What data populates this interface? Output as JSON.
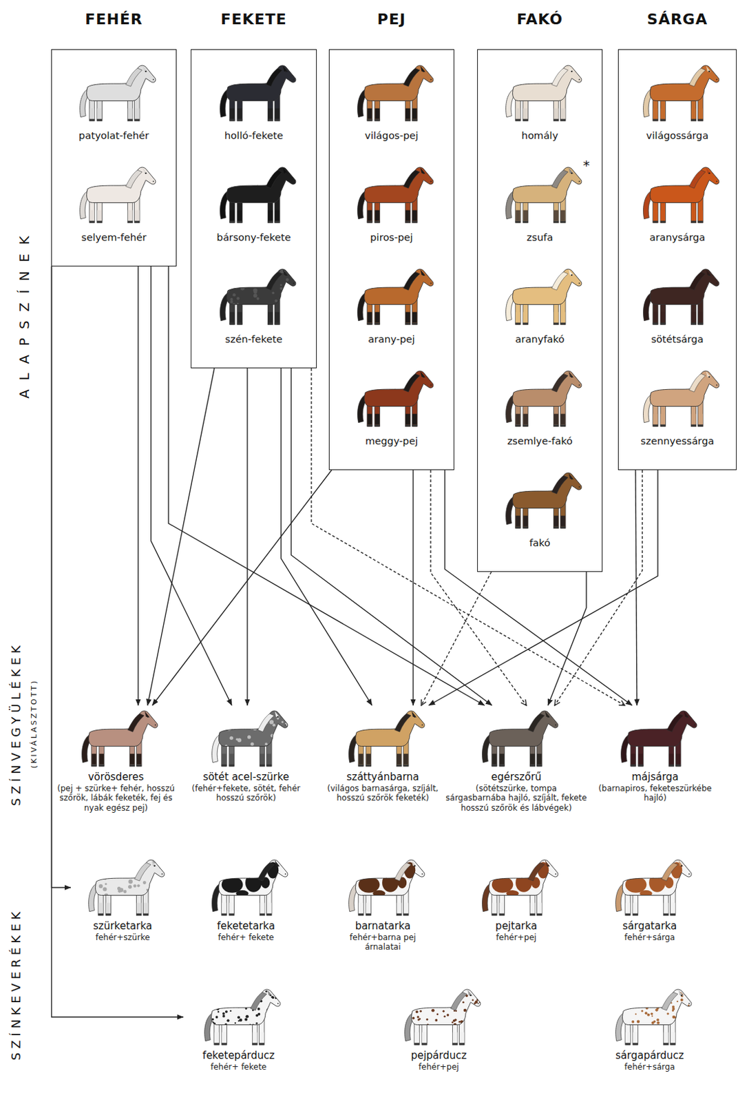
{
  "diagram": {
    "nodes": [
      {
        "text": [
          "FEHÉR"
        ]
      },
      {
        "text": [
          "patyolat-fehér"
        ],
        "in": 0
      },
      {
        "text": [
          "selyem-fehér"
        ],
        "in": 0
      },
      {
        "text": [
          "FEKETE"
        ]
      },
      {
        "text": [
          "holló-fekete"
        ],
        "in": 3
      },
      {
        "text": [
          "bársony-fekete"
        ],
        "in": 3
      },
      {
        "text": [
          "szén-fekete"
        ],
        "in": 3
      },
      {
        "text": [
          "PEJ"
        ]
      },
      {
        "text": [
          "világos-pej"
        ],
        "in": 7
      },
      {
        "text": [
          "piros-pej"
        ],
        "in": 7
      },
      {
        "text": [
          "arany-pej"
        ],
        "in": 7
      },
      {
        "text": [
          "meggy-pej"
        ],
        "in": 7
      },
      {
        "text": [
          "FAKÓ"
        ]
      },
      {
        "text": [
          "homály"
        ],
        "in": 12
      },
      {
        "text": [
          "zsufa",
          "*"
        ],
        "in": 12
      },
      {
        "text": [
          "aranyfakó"
        ],
        "in": 12
      },
      {
        "text": [
          "zsemlye-fakó"
        ],
        "in": 12
      },
      {
        "text": [
          "fakó"
        ],
        "in": 12
      },
      {
        "text": [
          "SÁRGA"
        ]
      },
      {
        "text": [
          "világossárga"
        ],
        "in": 18
      },
      {
        "text": [
          "aranysárga"
        ],
        "in": 18
      },
      {
        "text": [
          "sötétsárga"
        ],
        "in": 18
      },
      {
        "text": [
          "szennyessárga"
        ],
        "in": 18
      },
      {
        "text": [
          "vörösderes",
          "(pej + szürke+ fehér, hosszú szőrök, lábák feketék, fej és nyak egész pej)"
        ]
      },
      {
        "text": [
          "sötét acel-szürke",
          "(fehér+fekete, sötét, fehér hosszú szőrök)"
        ]
      },
      {
        "text": [
          "száttyánbarna",
          "(világos barnasárga, szíjált, hosszú szőrök feketék)"
        ]
      },
      {
        "text": [
          "egérszőrű",
          "(sötétszürke, tompa sárgasbarnába hajló, szíjált, fekete hosszú szőrök és lábvégek)"
        ]
      },
      {
        "text": [
          "májsárga",
          "(barnapiros, feketeszürkébe hajló)"
        ]
      },
      {
        "text": [
          "szürketarka",
          "fehér+szürke"
        ]
      },
      {
        "text": [
          "feketetarka",
          "fehér+ fekete"
        ]
      },
      {
        "text": [
          "barnatarka",
          "fehér+barna pej árnalatai"
        ]
      },
      {
        "text": [
          "pejtarka",
          "fehér+pej"
        ]
      },
      {
        "text": [
          "sárgatarka",
          "fehér+sárga"
        ]
      },
      {
        "text": [
          "feketepárducz",
          "fehér+ fekete"
        ]
      },
      {
        "text": [
          "pejpárducz",
          "fehér+pej"
        ]
      },
      {
        "text": [
          "sárgapárducz",
          "fehér+sárga"
        ]
      }
    ],
    "edges": [
      {
        "from": 0,
        "to": 23,
        "arrow": "to"
      },
      {
        "from": 0,
        "to": 24,
        "arrow": "to"
      },
      {
        "from": 0,
        "to": 26,
        "arrow": "to"
      },
      {
        "from": 0,
        "to": 28,
        "arrow": "to"
      },
      {
        "from": 0,
        "to": 33,
        "arrow": "to"
      },
      {
        "from": 3,
        "to": 23,
        "arrow": "to"
      },
      {
        "from": 3,
        "to": 24,
        "arrow": "to"
      },
      {
        "from": 3,
        "to": 25,
        "arrow": "to"
      },
      {
        "from": 3,
        "to": 26,
        "arrow": "to"
      },
      {
        "from": 3,
        "to": 27,
        "arrow": "to"
      },
      {
        "from": 7,
        "to": 23,
        "arrow": "to"
      },
      {
        "from": 7,
        "to": 25,
        "arrow": "to"
      },
      {
        "from": 7,
        "to": 26,
        "arrow": "to"
      },
      {
        "from": 7,
        "to": 27,
        "arrow": "to"
      },
      {
        "from": 12,
        "to": 25,
        "arrow": "to"
      },
      {
        "from": 12,
        "to": 26,
        "arrow": "to"
      },
      {
        "from": 18,
        "to": 25,
        "arrow": "to"
      },
      {
        "from": 18,
        "to": 26,
        "arrow": "to"
      },
      {
        "from": 18,
        "to": 27,
        "arrow": "to"
      }
    ],
    "labels": [
      "ALAPSZÍNEK",
      "SZÍNVEGYÜLÉKEK",
      "(KIVÁLASZTOTT)",
      "SZÍNKEVERÉKEK"
    ]
  }
}
